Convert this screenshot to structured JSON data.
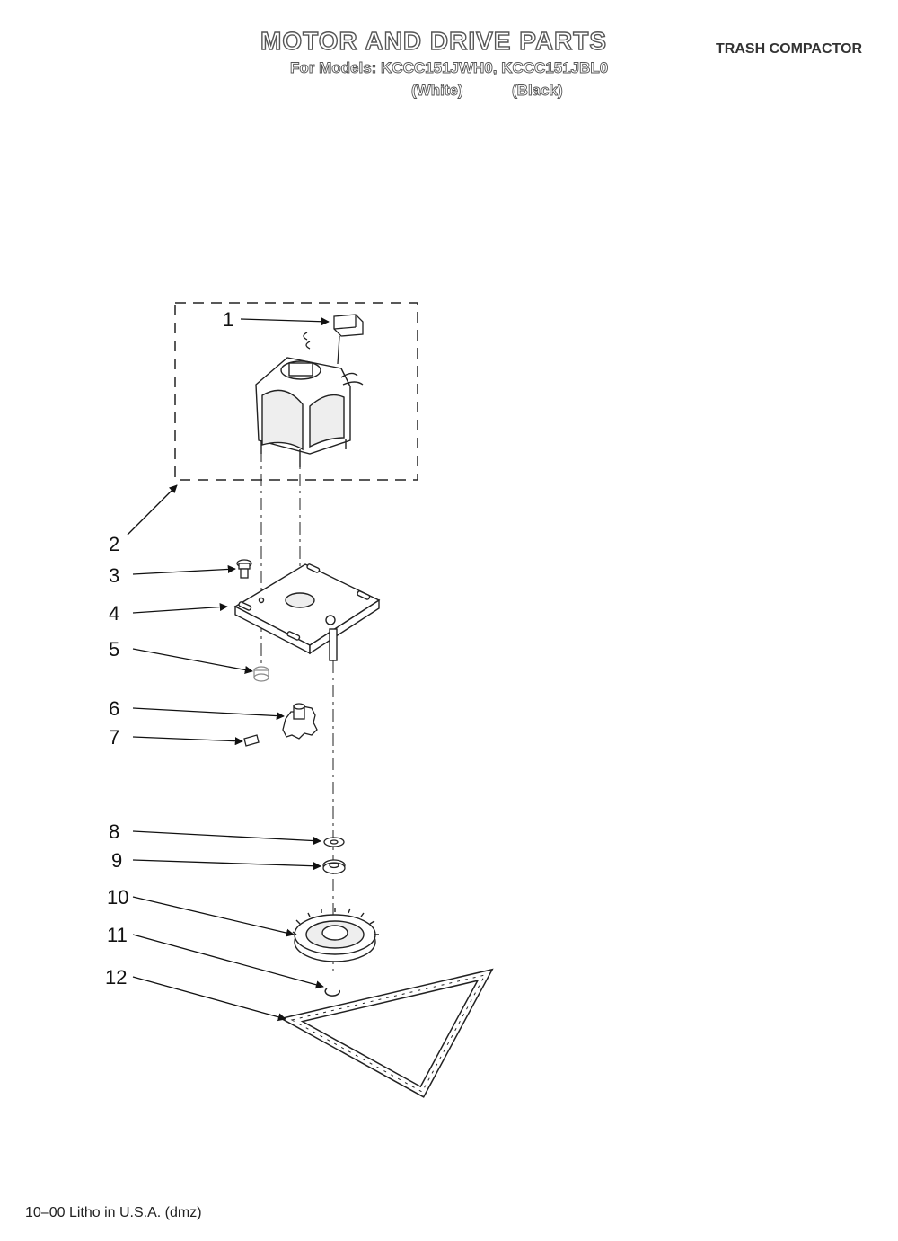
{
  "header": {
    "title": "MOTOR AND DRIVE PARTS",
    "models": "For Models: KCCC151JWH0, KCCC151JBL0",
    "variant_white": "(White)",
    "variant_black": "(Black)",
    "category": "TRASH COMPACTOR"
  },
  "callouts": [
    "1",
    "2",
    "3",
    "4",
    "5",
    "6",
    "7",
    "8",
    "9",
    "10",
    "11",
    "12"
  ],
  "footer": {
    "print_info": "10–00 Litho in U.S.A. (dmz)"
  }
}
